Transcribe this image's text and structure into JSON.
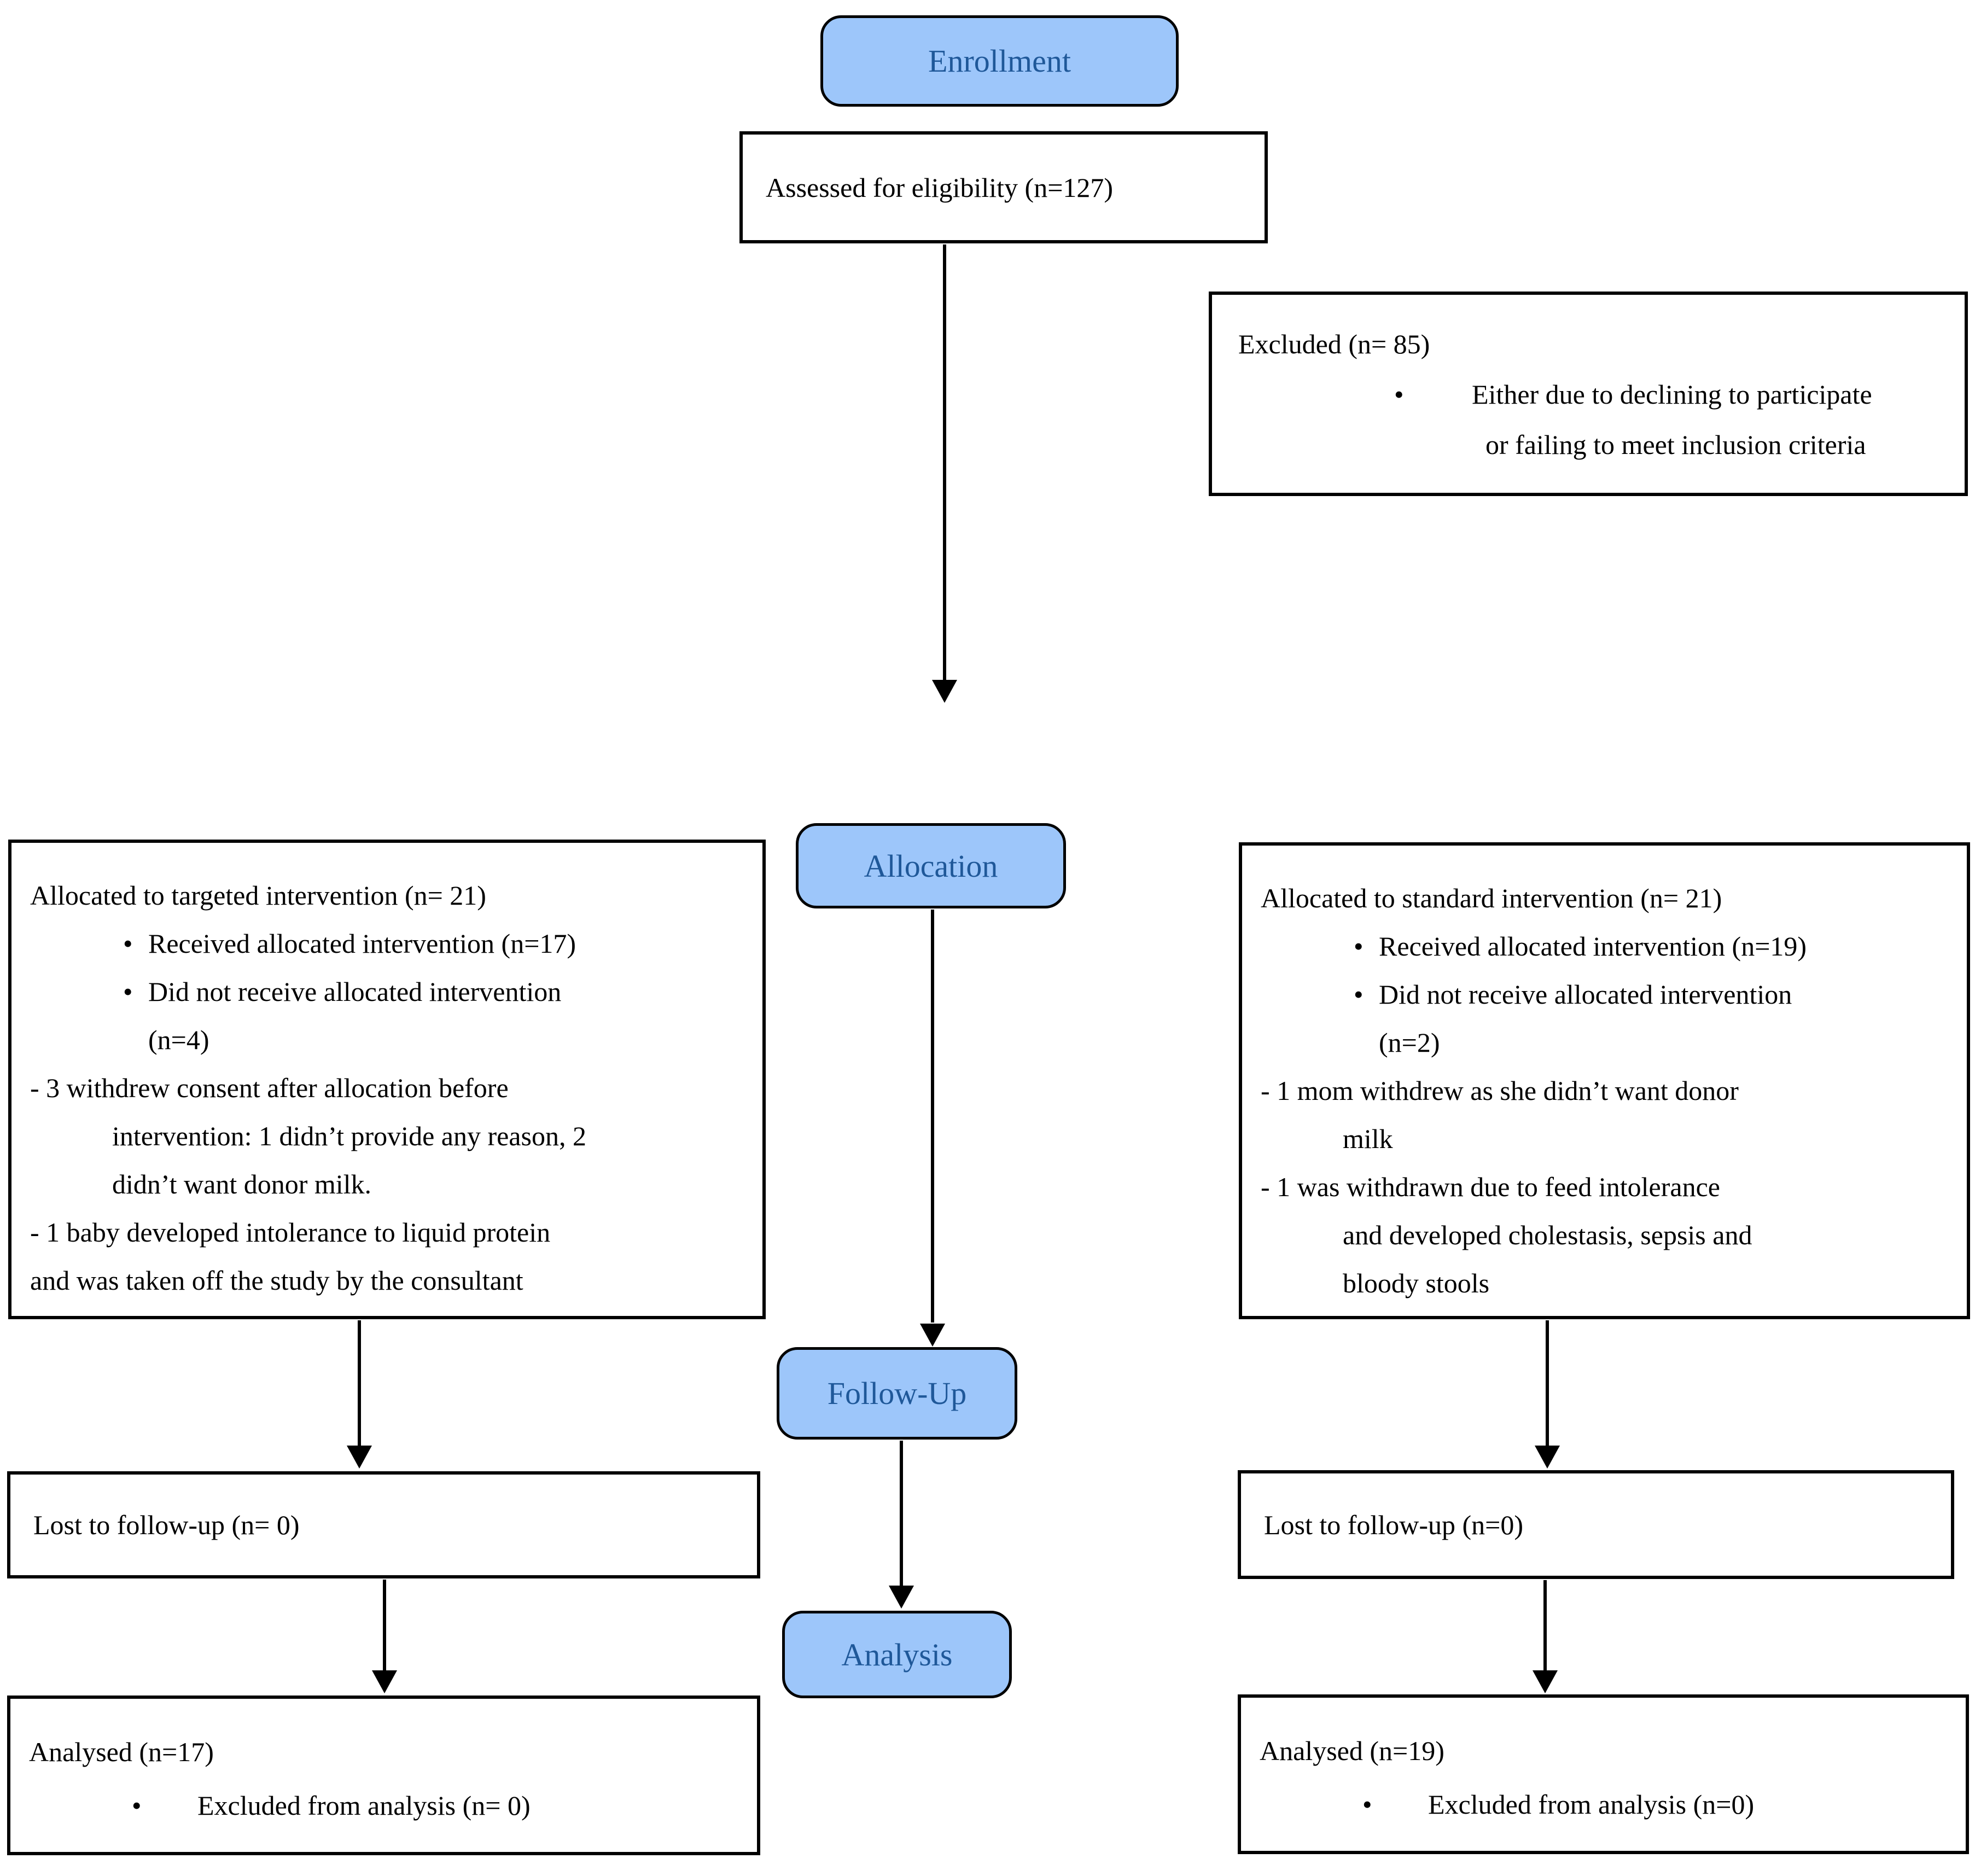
{
  "palette": {
    "stage_fill": "#9DC6FA",
    "stage_label_color": "#1F5899",
    "border_color": "#000000",
    "background": "#FFFFFF"
  },
  "glyphs": {
    "bullet": "•"
  },
  "stages": {
    "enrollment": "Enrollment",
    "allocation": "Allocation",
    "follow_up": "Follow-Up",
    "analysis": "Analysis"
  },
  "assessed": {
    "text": "Assessed for eligibility (n=127)"
  },
  "excluded": {
    "title": "Excluded (n= 85)",
    "bullet_line1": "Either due to declining to participate",
    "bullet_line2": "or failing to meet inclusion criteria"
  },
  "left_alloc": {
    "title": "Allocated to targeted intervention (n= 21)",
    "bullet1": "Received allocated intervention (n=17)",
    "bullet2": "Did not receive allocated intervention",
    "bullet2_cont": "(n=4)",
    "note1_line1": "- 3 withdrew consent after allocation before",
    "note1_line2": "intervention: 1 didn’t provide any reason, 2",
    "note1_line3": "didn’t want donor milk.",
    "note2_line1": "- 1 baby developed intolerance to liquid protein",
    "note2_line2": "and was taken off the study by the consultant"
  },
  "right_alloc": {
    "title": "Allocated to standard intervention (n= 21)",
    "bullet1": "Received allocated intervention (n=19)",
    "bullet2": "Did not receive allocated intervention",
    "bullet2_cont": "(n=2)",
    "note1_line1": "- 1 mom withdrew as she didn’t want donor",
    "note1_line2": "milk",
    "note2_line1": "- 1 was withdrawn due to feed intolerance",
    "note2_line2": "and developed cholestasis, sepsis and",
    "note2_line3": "bloody stools"
  },
  "left_lost": {
    "text": "Lost to follow-up (n= 0)"
  },
  "right_lost": {
    "text": "Lost to follow-up (n=0)"
  },
  "left_analysed": {
    "title": "Analysed (n=17)",
    "bullet": "Excluded from analysis (n= 0)"
  },
  "right_analysed": {
    "title": "Analysed (n=19)",
    "bullet": "Excluded from analysis (n=0)"
  }
}
